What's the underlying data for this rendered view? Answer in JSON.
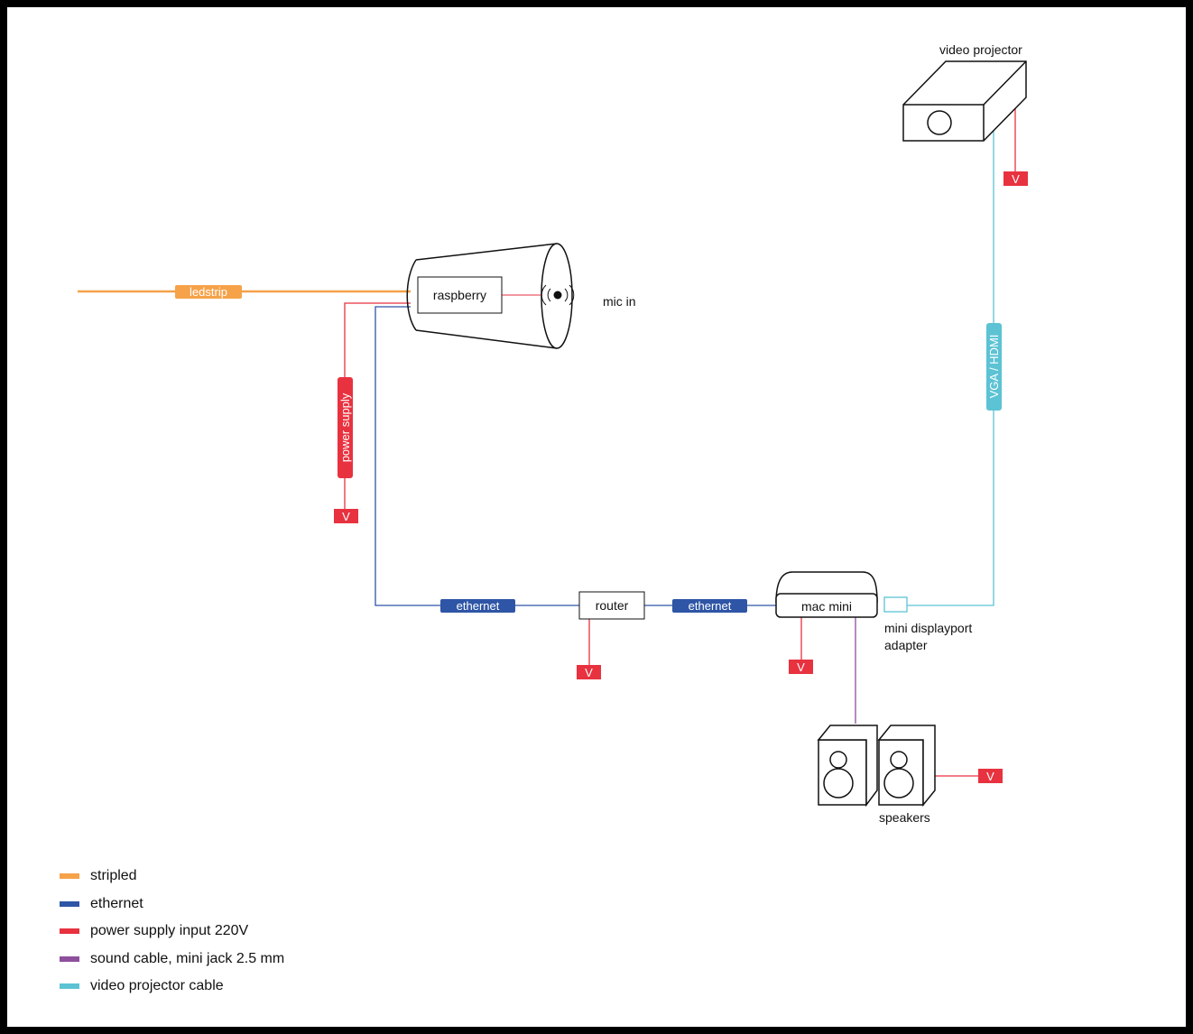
{
  "colors": {
    "stripled": "#f6a24a",
    "ethernet": "#2e55a6",
    "power": "#e8323f",
    "sound": "#8e4f9c",
    "video": "#5cc3d4"
  },
  "labels": {
    "video_projector": "video projector",
    "raspberry": "raspberry",
    "mic_in": "mic in",
    "router": "router",
    "mac_mini": "mac mini",
    "adapter_line1": "mini displayport",
    "adapter_line2": "adapter",
    "speakers": "speakers"
  },
  "cable_tags": {
    "ledstrip": "ledstrip",
    "power_supply": "power supply",
    "ethernet_left": "ethernet",
    "ethernet_right": "ethernet",
    "vga_hdmi": "VGA / HDMI"
  },
  "voltage_tag": "V",
  "legend": [
    {
      "label": "stripled",
      "color": "#f6a24a"
    },
    {
      "label": "ethernet",
      "color": "#2e55a6"
    },
    {
      "label": "power supply input 220V",
      "color": "#e8323f"
    },
    {
      "label": "sound cable, mini jack 2.5 mm",
      "color": "#8e4f9c"
    },
    {
      "label": "video projector cable",
      "color": "#5cc3d4"
    }
  ]
}
